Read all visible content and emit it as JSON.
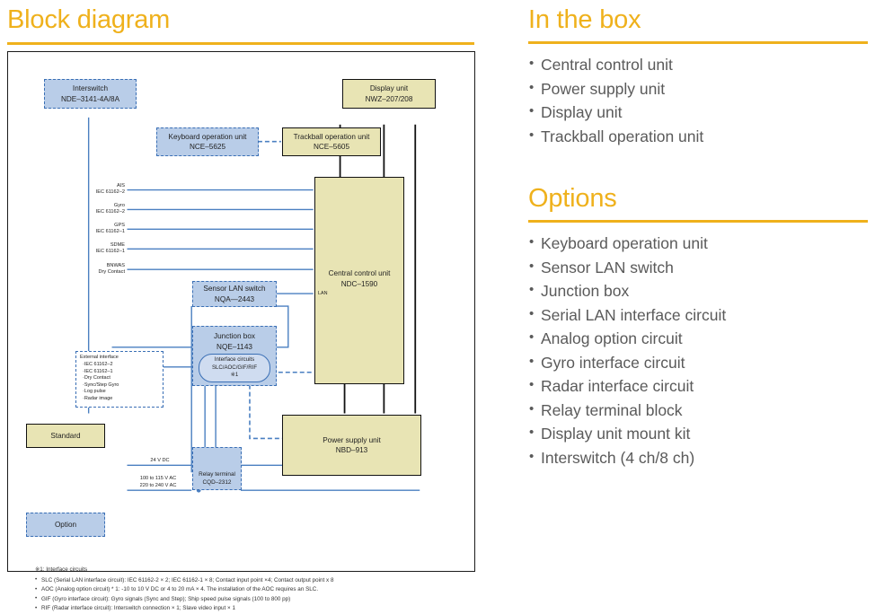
{
  "left": {
    "title": "Block diagram"
  },
  "in_the_box": {
    "title": "In the box",
    "items": [
      "Central control unit",
      "Power supply unit",
      "Display unit",
      "Trackball operation unit"
    ]
  },
  "options": {
    "title": "Options",
    "items": [
      "Keyboard operation unit",
      "Sensor LAN switch",
      "Junction box",
      "Serial LAN interface circuit",
      "Analog option circuit",
      "Gyro interface circuit",
      "Radar interface circuit",
      "Relay terminal block",
      "Display unit mount kit",
      "Interswitch (4 ch/8 ch)"
    ]
  },
  "diagram": {
    "blocks": {
      "interswitch": {
        "name": "Interswitch",
        "model": "NDE–3141-4A/8A",
        "type": "option"
      },
      "display": {
        "name": "Display unit",
        "model": "NWZ–207/208",
        "type": "standard"
      },
      "keyboard": {
        "name": "Keyboard operation unit",
        "model": "NCE–5625",
        "type": "option"
      },
      "trackball": {
        "name": "Trackball operation unit",
        "model": "NCE–5605",
        "type": "standard"
      },
      "central": {
        "name": "Central control unit",
        "model": "NDC–1590",
        "type": "standard"
      },
      "sensor_lan": {
        "name": "Sensor LAN switch",
        "model": "NQA—2443",
        "type": "option"
      },
      "junction": {
        "name": "Junction box",
        "model": "NQE–1143",
        "type": "option"
      },
      "power": {
        "name": "Power supply unit",
        "model": "NBD–913",
        "type": "standard"
      },
      "relay": {
        "name": "Relay terminal",
        "model": "CQD–2312",
        "type": "option"
      }
    },
    "interface_circuits": {
      "line1": "Interface circuits",
      "line2": "SLC/AOC/GIF/RIF",
      "line3": "※1"
    },
    "lan_label": "LAN",
    "signals": [
      {
        "name": "AIS",
        "std": "IEC 61162–2"
      },
      {
        "name": "Gyro",
        "std": "IEC 61162–2"
      },
      {
        "name": "GPS",
        "std": "IEC 61162–1"
      },
      {
        "name": "SDME",
        "std": "IEC 61162–1"
      },
      {
        "name": "BNWAS",
        "std": "Dry Contact"
      }
    ],
    "external_interface": {
      "title": "External interface",
      "items": [
        "·IEC 61162–2",
        "·IEC 61162–1",
        "·Dry Contact",
        "·Sync/Step Gyro",
        "·Log pulse",
        "·Radar image"
      ]
    },
    "power_labels": {
      "dc": "24 V DC",
      "ac1": "100 to 115 V AC",
      "ac2": "220 to 240 V AC"
    },
    "legend": {
      "standard": "Standard",
      "option": "Option"
    },
    "notes": {
      "title": "※1: Interface circuits",
      "lines": [
        "SLC (Serial LAN interface circuit): IEC 61162-2 × 2; IEC 61162-1 × 8; Contact input point ×4; Contact output point x 8",
        "AOC (Analog option circuit) * 1: -10 to 10 V DC or 4 to 20 mA × 4. The installation of the AOC requires an SLC.",
        "GIF (Gyro interface circuit): Gyro signals (Sync and Step); Ship speed pulse signals (100 to 800 pp)",
        "RIF (Radar interface circuit): Interswitch connection × 1; Slave video input × 1"
      ]
    }
  },
  "colors": {
    "accent": "#EFB11C",
    "standard_fill": "#e8e4b4",
    "option_fill": "#b9cde8",
    "wire_blue": "#4a7fc1",
    "wire_black": "#111111"
  }
}
